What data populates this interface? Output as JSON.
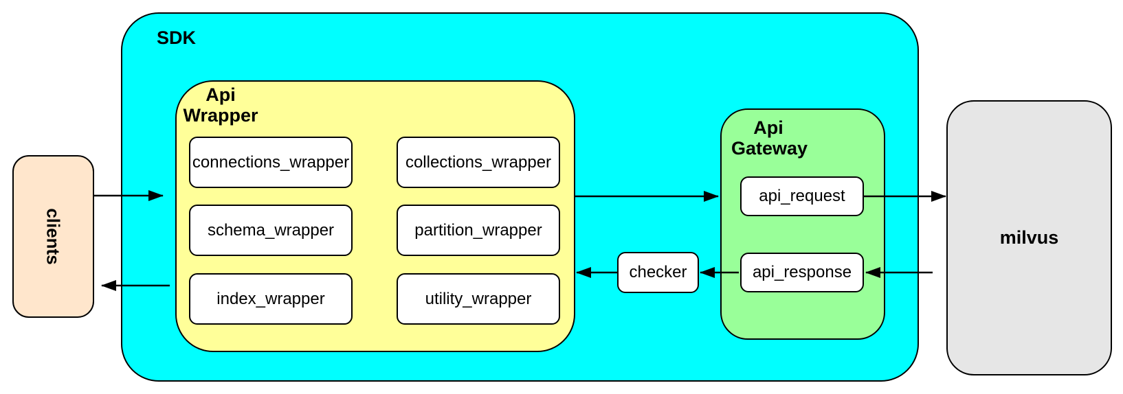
{
  "diagram": {
    "type": "architecture-flow",
    "background": "#ffffff",
    "border_color": "#000000",
    "nodes": {
      "sdk": {
        "label": "SDK",
        "fill": "#00ffff",
        "kind": "container"
      },
      "api_wrapper": {
        "label": "Api\nWrapper",
        "fill": "#ffff99",
        "kind": "container"
      },
      "api_gateway": {
        "label": "Api\nGateway",
        "fill": "#99ff99",
        "kind": "container"
      },
      "clients": {
        "label": "clients",
        "fill": "#ffe6cc",
        "kind": "node",
        "text_rotation": "90deg"
      },
      "milvus": {
        "label": "milvus",
        "fill": "#e6e6e6",
        "kind": "node"
      },
      "connections_wrapper": {
        "label": "connections_wrapper",
        "fill": "#ffffff",
        "kind": "leaf"
      },
      "collections_wrapper": {
        "label": "collections_wrapper",
        "fill": "#ffffff",
        "kind": "leaf"
      },
      "schema_wrapper": {
        "label": "schema_wrapper",
        "fill": "#ffffff",
        "kind": "leaf"
      },
      "partition_wrapper": {
        "label": "partition_wrapper",
        "fill": "#ffffff",
        "kind": "leaf"
      },
      "index_wrapper": {
        "label": "index_wrapper",
        "fill": "#ffffff",
        "kind": "leaf"
      },
      "utility_wrapper": {
        "label": "utility_wrapper",
        "fill": "#ffffff",
        "kind": "leaf"
      },
      "api_request": {
        "label": "api_request",
        "fill": "#ffffff",
        "kind": "leaf"
      },
      "api_response": {
        "label": "api_response",
        "fill": "#ffffff",
        "kind": "leaf"
      },
      "checker": {
        "label": "checker",
        "fill": "#ffffff",
        "kind": "leaf"
      }
    },
    "edges": [
      {
        "from": "clients",
        "to": "sdk"
      },
      {
        "from": "api_wrapper",
        "to": "api_gateway"
      },
      {
        "from": "api_request",
        "to": "milvus"
      },
      {
        "from": "milvus",
        "to": "api_response"
      },
      {
        "from": "api_response",
        "to": "checker"
      },
      {
        "from": "checker",
        "to": "api_wrapper"
      },
      {
        "from": "api_wrapper",
        "to": "clients"
      }
    ]
  }
}
